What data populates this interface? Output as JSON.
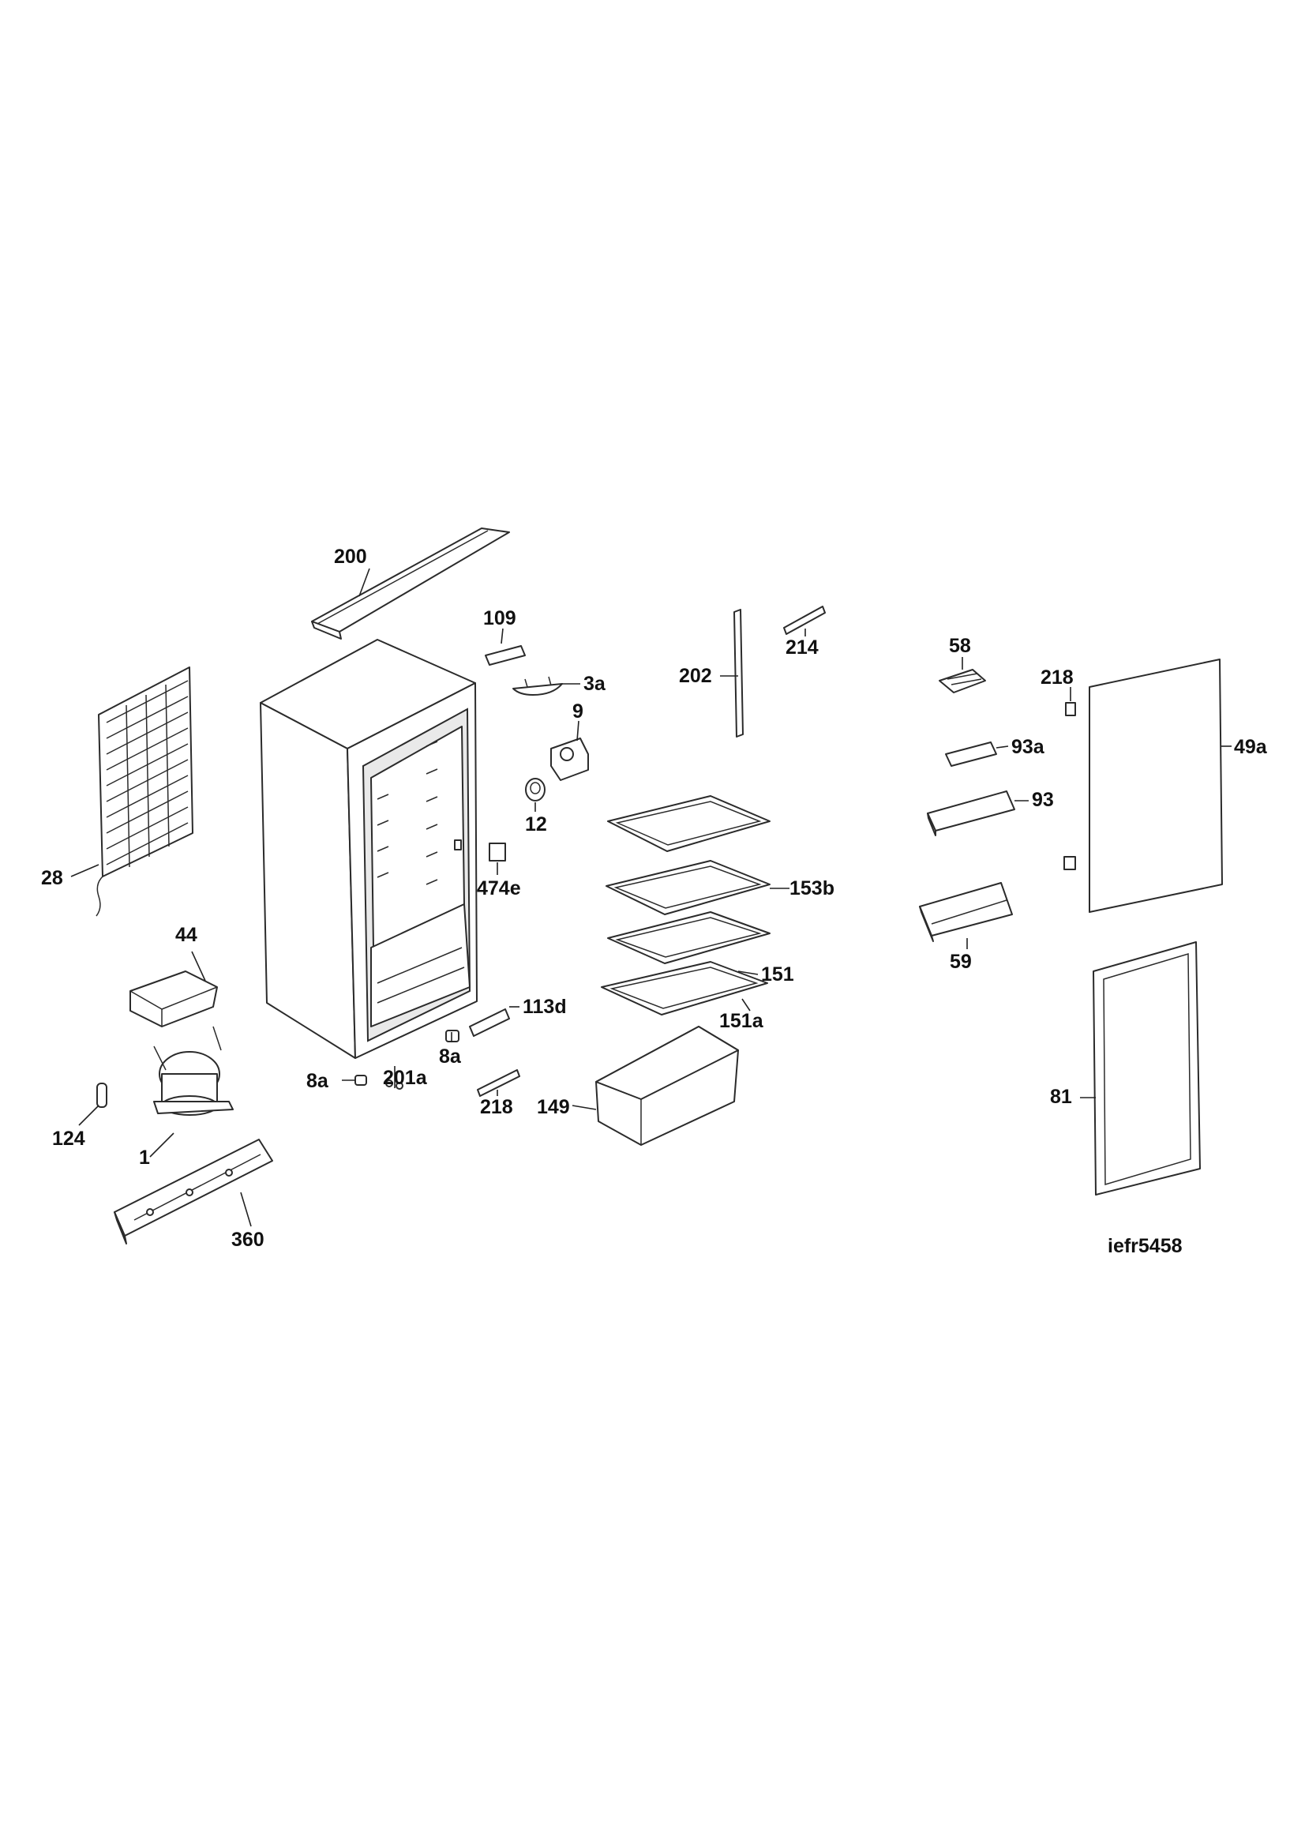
{
  "diagram": {
    "drawing_code": "iefr5458",
    "parts": [
      {
        "id": "200"
      },
      {
        "id": "109"
      },
      {
        "id": "3a"
      },
      {
        "id": "9"
      },
      {
        "id": "12"
      },
      {
        "id": "474e"
      },
      {
        "id": "202"
      },
      {
        "id": "214"
      },
      {
        "id": "58"
      },
      {
        "id": "218-top"
      },
      {
        "id": "49a"
      },
      {
        "id": "93a"
      },
      {
        "id": "93"
      },
      {
        "id": "153b"
      },
      {
        "id": "151"
      },
      {
        "id": "151a"
      },
      {
        "id": "59"
      },
      {
        "id": "28"
      },
      {
        "id": "44"
      },
      {
        "id": "113d"
      },
      {
        "id": "8a-right"
      },
      {
        "id": "8a-left"
      },
      {
        "id": "201a"
      },
      {
        "id": "218-bottom"
      },
      {
        "id": "149"
      },
      {
        "id": "81"
      },
      {
        "id": "124"
      },
      {
        "id": "1"
      },
      {
        "id": "360"
      }
    ],
    "labels": {
      "p200": "200",
      "p109": "109",
      "p3a": "3a",
      "p9": "9",
      "p12": "12",
      "p474e": "474e",
      "p202": "202",
      "p214": "214",
      "p58": "58",
      "p218a": "218",
      "p49a": "49a",
      "p93a": "93a",
      "p93": "93",
      "p153b": "153b",
      "p151": "151",
      "p151a": "151a",
      "p59": "59",
      "p28": "28",
      "p44": "44",
      "p113d": "113d",
      "p8a_r": "8a",
      "p8a_l": "8a",
      "p201a": "201a",
      "p218b": "218",
      "p149": "149",
      "p81": "81",
      "p124": "124",
      "p1": "1",
      "p360": "360"
    }
  }
}
